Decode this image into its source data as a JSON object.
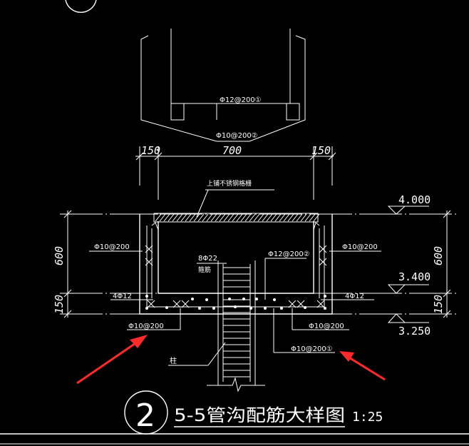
{
  "drawing": {
    "title_number": "2",
    "title": "5-5管沟配筋大样图",
    "scale": "1:25"
  },
  "plan": {
    "bar1": "Φ12@200①",
    "bar2": "Φ10@200②"
  },
  "dims_top": [
    "150",
    "700",
    "150"
  ],
  "dims_left": [
    "600",
    "150"
  ],
  "dims_right": [
    "600",
    "150"
  ],
  "elevations": [
    "4.000",
    "3.400",
    "3.250"
  ],
  "section": {
    "cover_label": "上铺不锈钢格栅",
    "left_stirrup": "Φ10@200",
    "right_stirrup": "Φ10@200",
    "right_bar": "Φ12@200②",
    "column_bar": "8Φ22",
    "column_bar_sub": "箍筋",
    "left_bottom_bar": "4Φ12",
    "right_bottom_bar": "4Φ12",
    "bottom_left": "Φ10@200",
    "bottom_right": "Φ10@200",
    "bottom_slab": "Φ10@200①",
    "column": "柱"
  },
  "colors": {
    "line": "#ffffff",
    "background": "#000000",
    "annotation_arrow": "#ff2a2a"
  }
}
